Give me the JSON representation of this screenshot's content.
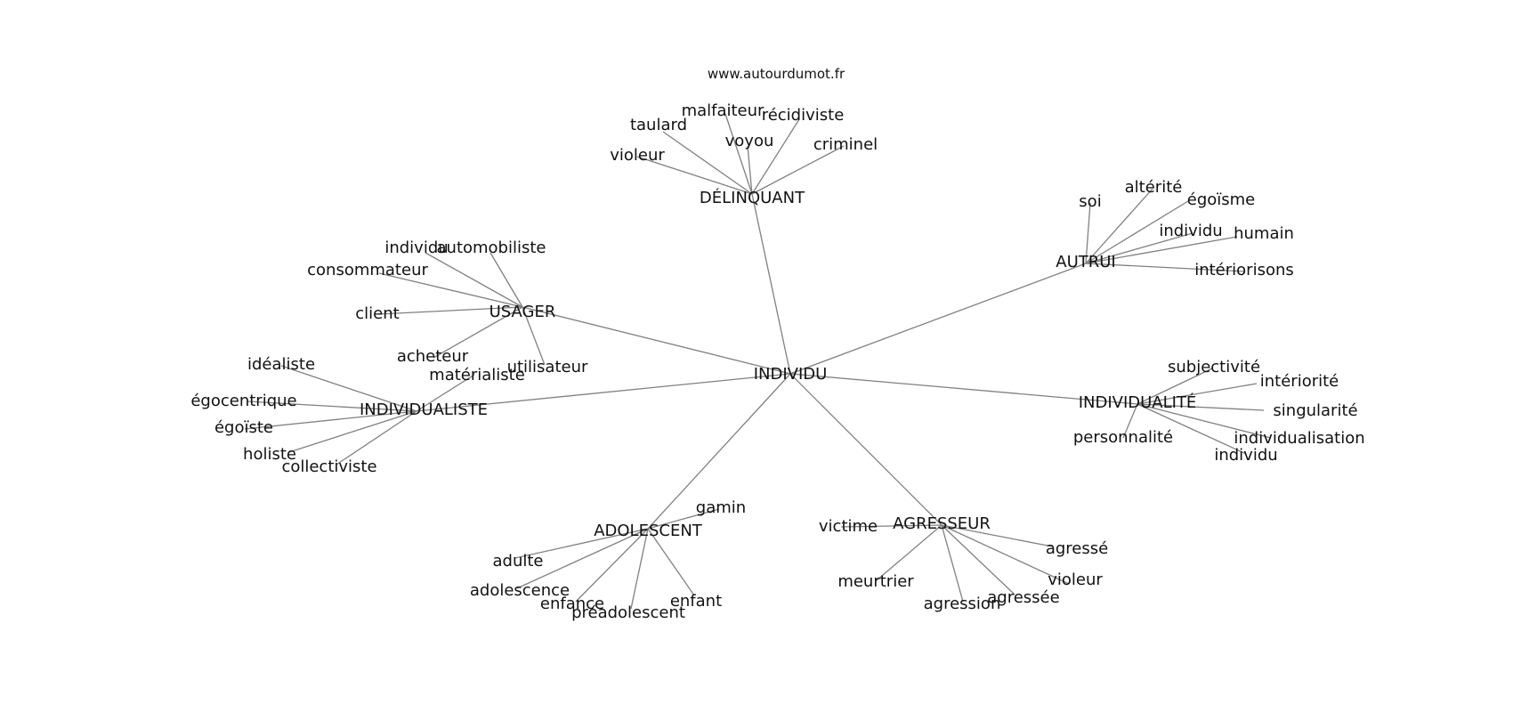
{
  "source": "www.autourdumot.fr",
  "colors": {
    "edge": "#808080",
    "text": "#111111",
    "background": "#ffffff"
  },
  "graph": {
    "root": "INDIVIDU",
    "clusters": [
      {
        "hub": "DÉLINQUANT",
        "leaves": [
          "malfaiteur",
          "récidiviste",
          "taulard",
          "voyou",
          "criminel",
          "violeur"
        ]
      },
      {
        "hub": "AUTRUI",
        "leaves": [
          "soi",
          "altérité",
          "égoïsme",
          "individu",
          "humain",
          "intériorisons"
        ]
      },
      {
        "hub": "USAGER",
        "leaves": [
          "individu",
          "automobiliste",
          "consommateur",
          "client",
          "acheteur",
          "utilisateur"
        ]
      },
      {
        "hub": "INDIVIDUALISTE",
        "leaves": [
          "idéaliste",
          "matérialiste",
          "égocentrique",
          "égoïste",
          "holiste",
          "collectiviste"
        ]
      },
      {
        "hub": "INDIVIDUALITÉ",
        "leaves": [
          "subjectivité",
          "intériorité",
          "singularité",
          "individualisation",
          "personnalité",
          "individu"
        ]
      },
      {
        "hub": "ADOLESCENT",
        "leaves": [
          "gamin",
          "adulte",
          "adolescence",
          "enfance",
          "préadolescent",
          "enfant"
        ]
      },
      {
        "hub": "AGRESSEUR",
        "leaves": [
          "victime",
          "agressé",
          "violeur",
          "meurtrier",
          "agression",
          "agressée"
        ]
      }
    ]
  }
}
